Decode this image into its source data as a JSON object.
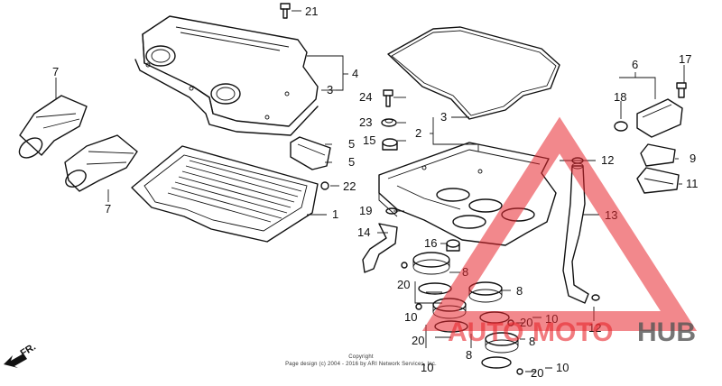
{
  "labels": {
    "l21": "21",
    "l4": "4",
    "l3a": "3",
    "l7a": "7",
    "l7b": "7",
    "l1": "1",
    "l5a": "5",
    "l5b": "5",
    "l22": "22",
    "l24": "24",
    "l23": "23",
    "l15": "15",
    "l2": "2",
    "l3b": "3",
    "l19": "19",
    "l14": "14",
    "l16": "16",
    "l8a": "8",
    "l8b": "8",
    "l8c": "8",
    "l8d": "8",
    "l20a": "20",
    "l10a": "10",
    "l20b": "20",
    "l10b": "10",
    "l20c": "20",
    "l10c": "10",
    "l20d": "20",
    "l10d": "10",
    "l6": "6",
    "l17": "17",
    "l18": "18",
    "l9": "9",
    "l11": "11",
    "l12a": "12",
    "l13": "13",
    "l12b": "12"
  },
  "fr_label": "FR.",
  "copyright": {
    "line1": "Copyright",
    "line2": "Page design (c) 2004 - 2016 by ARI Network Services, Inc."
  },
  "watermark": {
    "part1": "AUTO",
    "part2": "MOTO",
    "part3": "HUB",
    "color_red": "#e8262d",
    "color_gray": "#555555"
  }
}
